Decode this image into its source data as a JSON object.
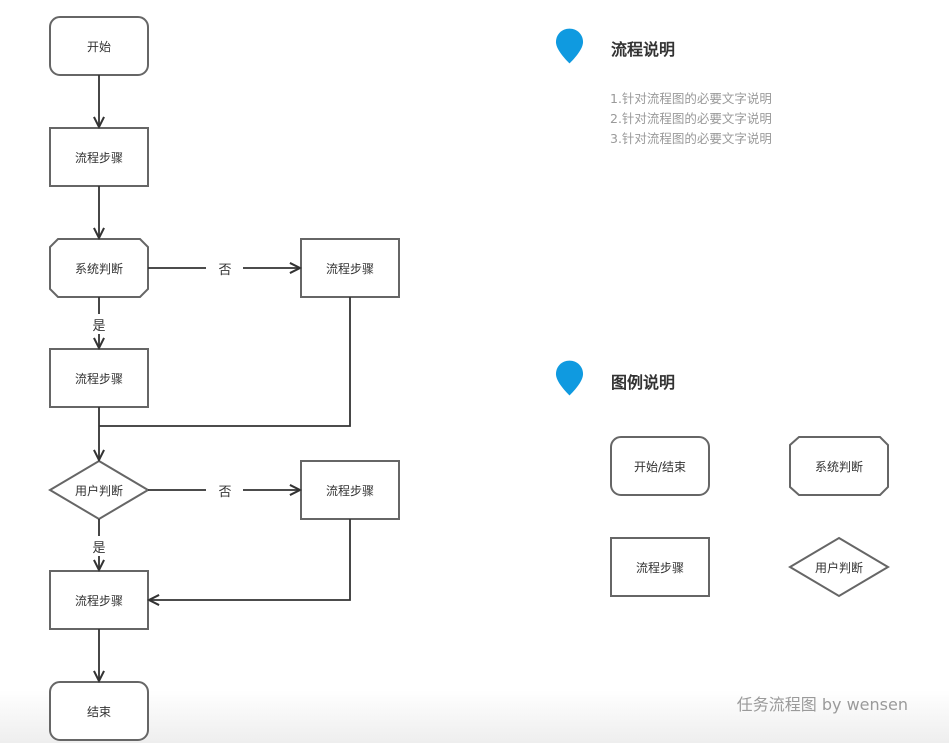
{
  "flow": {
    "start": "开始",
    "step_1": "流程步骤",
    "system_decision": "系统判断",
    "step_no_1": "流程步骤",
    "step_2": "流程步骤",
    "user_decision": "用户判断",
    "step_no_2": "流程步骤",
    "step_3": "流程步骤",
    "end": "结束",
    "label_no_1": "否",
    "label_yes_1": "是",
    "label_no_2": "否",
    "label_yes_2": "是"
  },
  "description": {
    "title": "流程说明",
    "items": [
      "1.针对流程图的必要文字说明",
      "2.针对流程图的必要文字说明",
      "3.针对流程图的必要文字说明"
    ]
  },
  "legend": {
    "title": "图例说明",
    "start_end": "开始/结束",
    "system_decision": "系统判断",
    "process_step": "流程步骤",
    "user_decision": "用户判断"
  },
  "watermark": "任务流程图 by wensen",
  "colors": {
    "stroke": "#666666",
    "line": "#333333",
    "accent": "#0F9AE0",
    "note_text": "#9A9A9A"
  },
  "icons": [
    "location-pin-icon",
    "location-pin-icon"
  ]
}
